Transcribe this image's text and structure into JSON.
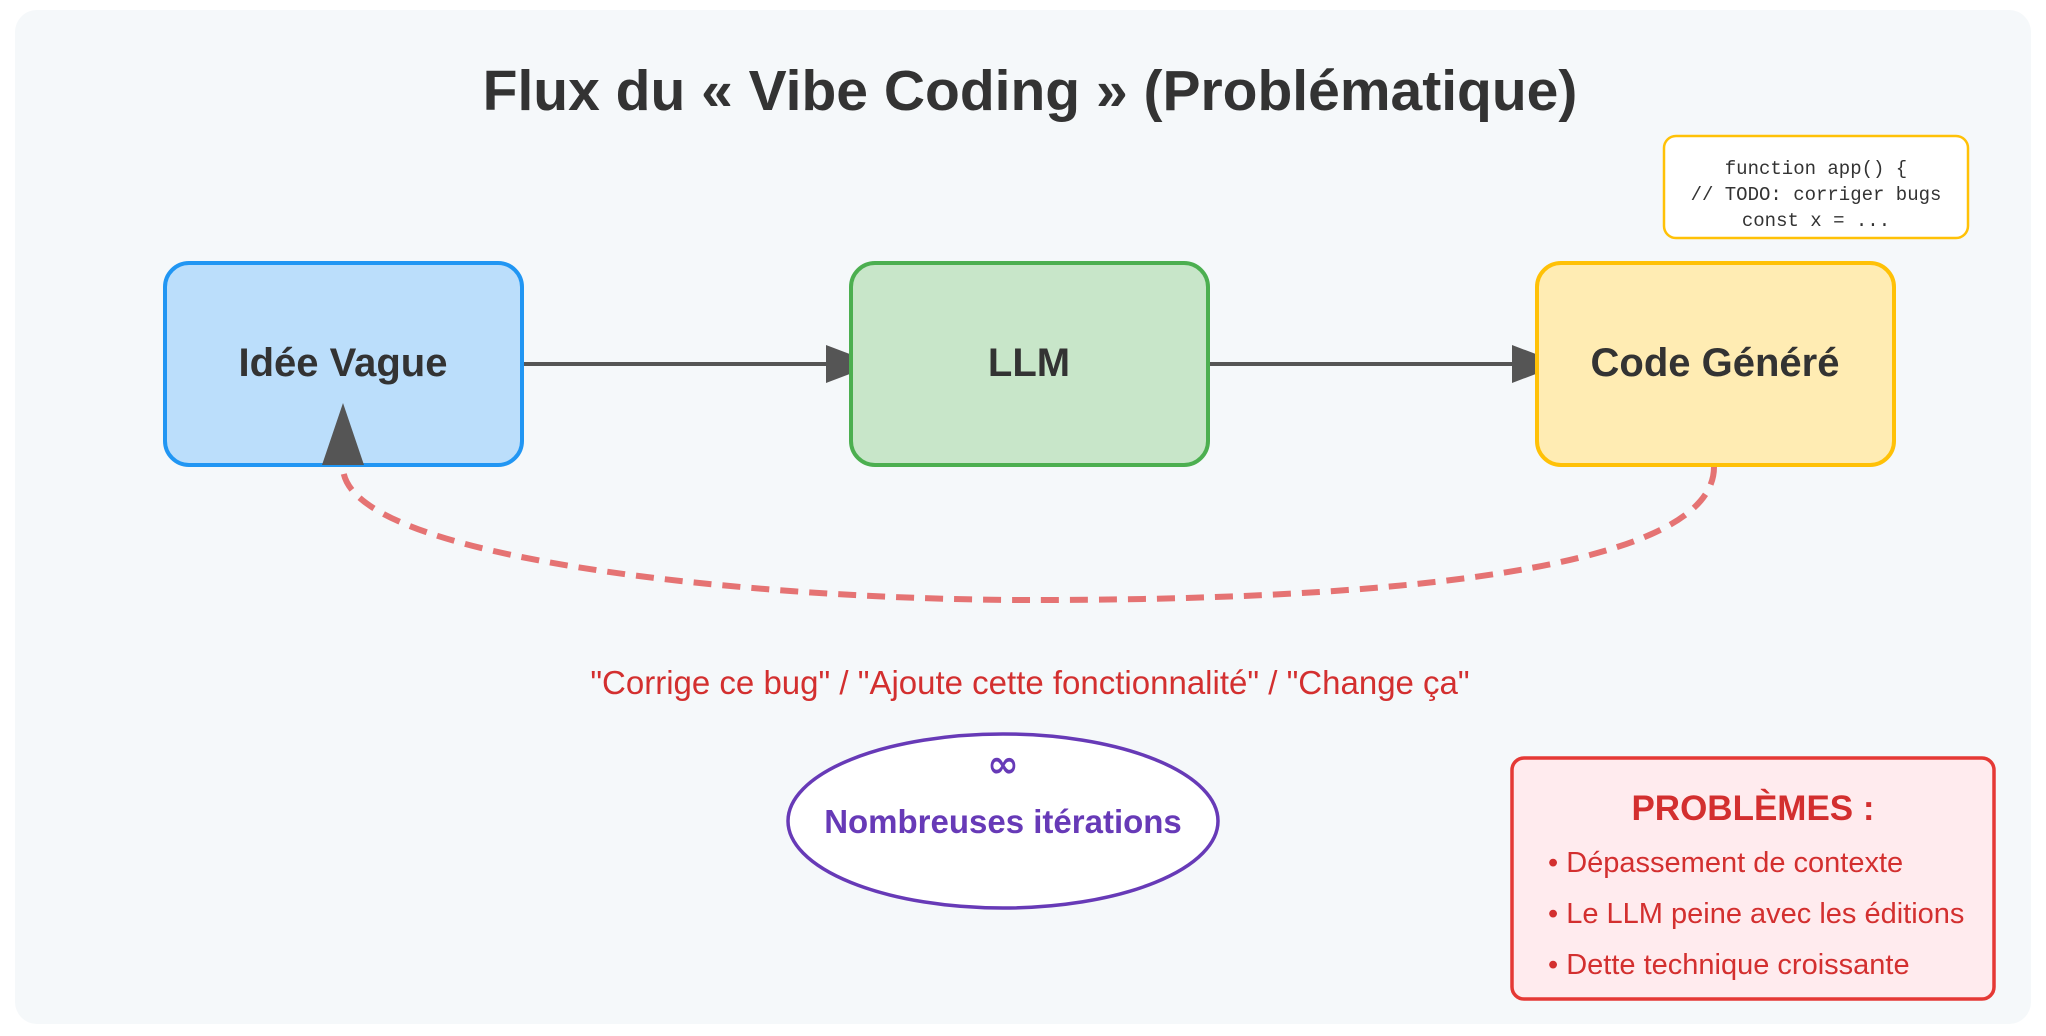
{
  "title": "Flux du « Vibe Coding » (Problématique)",
  "nodes": {
    "idea": {
      "label": "Idée Vague",
      "fill": "#bbdefb",
      "stroke": "#2196f3"
    },
    "llm": {
      "label": "LLM",
      "fill": "#c8e6c9",
      "stroke": "#4caf50"
    },
    "code": {
      "label": "Code Généré",
      "fill": "#ffecb3",
      "stroke": "#ffc107"
    }
  },
  "code_snippet": {
    "lines": [
      "function app() {",
      "// TODO: corriger bugs",
      "const x = ..."
    ]
  },
  "feedback_text": "\"Corrige ce bug\" / \"Ajoute cette fonctionnalité\" / \"Change ça\"",
  "iterations": {
    "symbol": "∞",
    "label": "Nombreuses itérations",
    "color": "#673ab7"
  },
  "problems": {
    "title": "PROBLÈMES :",
    "items": [
      "• Dépassement de contexte",
      "• Le LLM peine avec les éditions",
      "• Dette technique croissante"
    ],
    "color": "#d32f2f"
  },
  "colors": {
    "background": "#f5f8fa",
    "arrow": "#555555",
    "loop": "#e57373"
  }
}
